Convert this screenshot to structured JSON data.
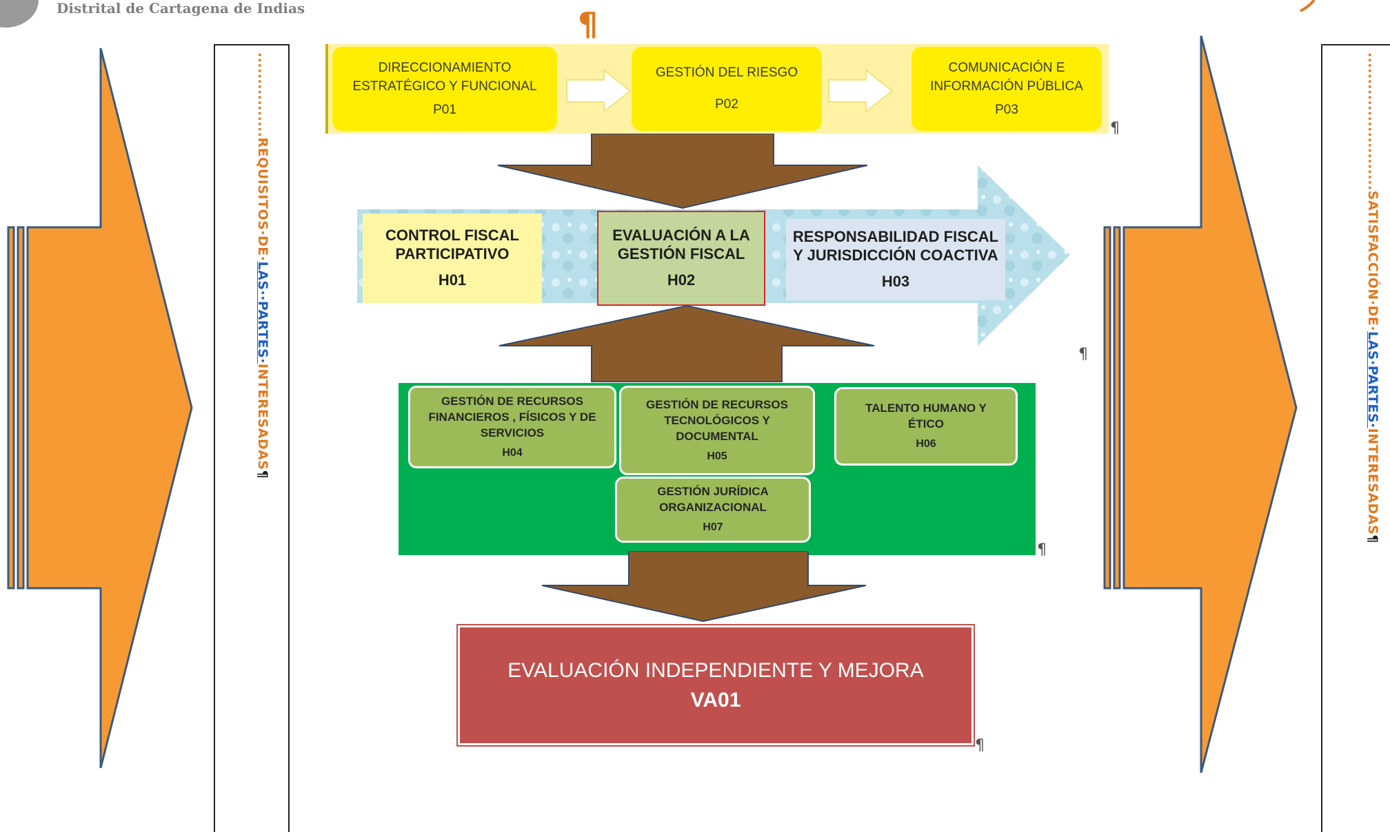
{
  "header": {
    "org_line": "Distrital de Cartagena de Indias"
  },
  "pilcrow": "¶",
  "left_label": {
    "dots": "................",
    "part1": "REQUISITOS·DE·",
    "part2": "LAS··PARTES·",
    "part3": "INTERESADAS"
  },
  "right_label": {
    "dots": "..........................",
    "part1": "SATISFACCIÓN·DE·",
    "part2": "LAS·PARTES·",
    "part3": "INTERESADAS"
  },
  "strategic": [
    {
      "name": "DIRECCIONAMIENTO ESTRATÉGICO Y FUNCIONAL",
      "line1": "DIRECCIONAMIENTO",
      "line2": "ESTRATÉGICO Y FUNCIONAL",
      "code": "P01"
    },
    {
      "name": "GESTIÓN DEL RIESGO",
      "line1": "GESTIÓN DEL RIESGO",
      "line2": "",
      "code": "P02"
    },
    {
      "name": "COMUNICACIÓN E INFORMACIÓN PÚBLICA",
      "line1": "COMUNICACIÓN E",
      "line2": "INFORMACIÓN PÚBLICA",
      "code": "P03"
    }
  ],
  "mission": [
    {
      "line1": "CONTROL FISCAL",
      "line2": "PARTICIPATIVO",
      "code": "H01"
    },
    {
      "line1": "EVALUACIÓN A LA",
      "line2": "GESTIÓN FISCAL",
      "code": "H02"
    },
    {
      "line1": "RESPONSABILIDAD FISCAL",
      "line2": "Y JURISDICCIÓN COACTIVA",
      "code": "H03"
    }
  ],
  "support": [
    {
      "line1": "GESTIÓN DE RECURSOS",
      "line2": "FINANCIEROS , FÍSICOS Y DE",
      "line3": "SERVICIOS",
      "code": "H04"
    },
    {
      "line1": "GESTIÓN DE RECURSOS",
      "line2": "TECNOLÓGICOS Y",
      "line3": "DOCUMENTAL",
      "code": "H05"
    },
    {
      "line1": "TALENTO HUMANO Y",
      "line2": "ÉTICO",
      "line3": "",
      "code": "H06"
    },
    {
      "line1": "GESTIÓN JURÍDICA",
      "line2": "ORGANIZACIONAL",
      "line3": "",
      "code": "H07"
    }
  ],
  "evaluation": {
    "title": "EVALUACIÓN INDEPENDIENTE Y MEJORA",
    "code": "VA01"
  },
  "colors": {
    "side_arrow": "#f79a33",
    "side_arrow_border": "#3b5a82",
    "strategic_box": "#ffee00",
    "mission_box_1": "#fdf7a3",
    "mission_box_2": "#c3d69b",
    "mission_box_3": "#dbe5f1",
    "support_area": "#00b050",
    "support_box": "#9bbb59",
    "flow_arrow": "#8b5a2b",
    "evaluation_box": "#c0504d"
  }
}
